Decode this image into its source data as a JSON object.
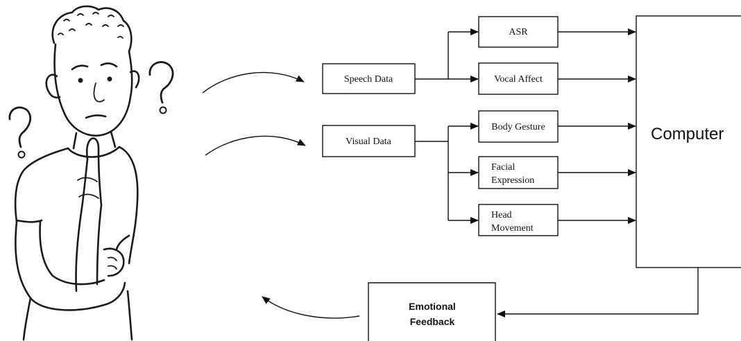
{
  "diagram": {
    "inputs": {
      "speech": "Speech Data",
      "visual": "Visual Data"
    },
    "speech_modules": {
      "asr": "ASR",
      "vocal_affect": "Vocal Affect"
    },
    "visual_modules": {
      "body_gesture": "Body Gesture",
      "facial_expression_line1": "Facial",
      "facial_expression_line2": "Expression",
      "head_movement_line1": "Head",
      "head_movement_line2": "Movement"
    },
    "computer": "Computer",
    "feedback_line1": "Emotional",
    "feedback_line2": "Feedback"
  },
  "colors": {
    "ink": "#111111",
    "background": "#ffffff"
  },
  "icons": [
    "confused-person-illustration",
    "question-mark-icon"
  ]
}
